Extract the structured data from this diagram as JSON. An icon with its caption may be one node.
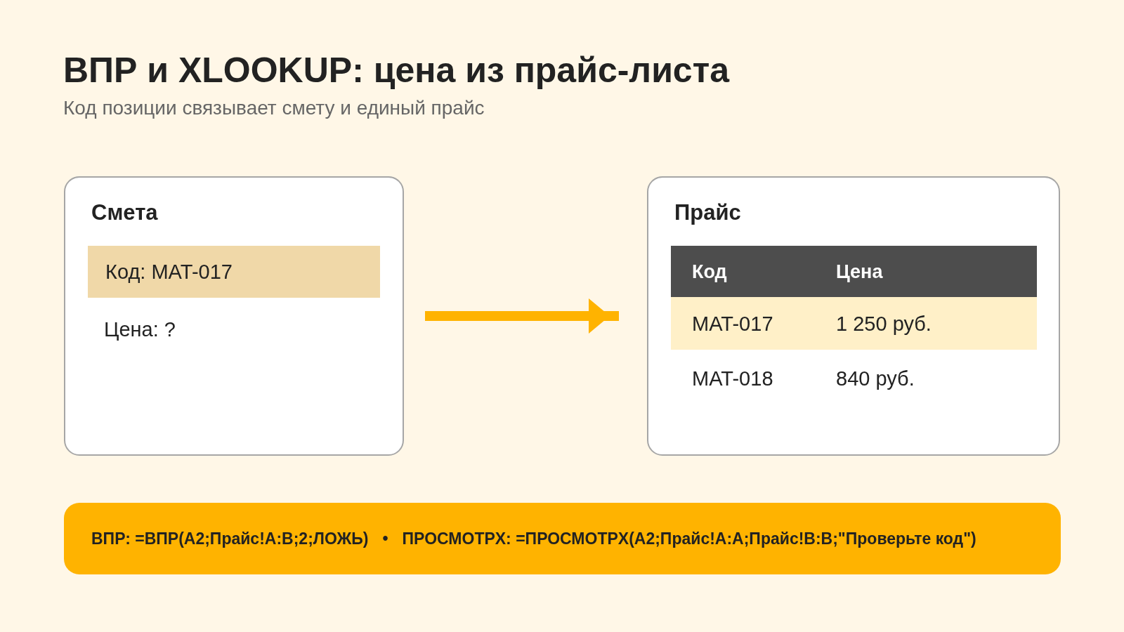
{
  "diagram": {
    "title": "ВПР и XLOOKUP: цена из прайс-листа",
    "nodes": [
      {
        "text": [
          "Смета",
          "Цена: ?"
        ]
      },
      {
        "text": [
          "Код: MAT-017"
        ],
        "in": 0
      },
      {
        "text": [
          "Прайс",
          "MAT-018",
          "840 руб."
        ]
      },
      {
        "text": [
          "Код",
          "Цена"
        ],
        "in": 2
      },
      {
        "text": [
          "MAT-017",
          "1 250 руб."
        ],
        "in": 2
      },
      {
        "text": [
          "ВПР: =ВПР(A2;Прайс!A:B;2;ЛОЖЬ)",
          "•",
          "ПРОСМОТРX: =ПРОСМОТРX(A2;Прайс!A:A;Прайс!B:B;\"Проверьте код\")"
        ]
      }
    ],
    "edges": [
      {
        "from": 0,
        "to": 2,
        "arrow": "to",
        "color": "#ffb300"
      }
    ],
    "labels": [
      "Код позиции связывает смету и единый прайс"
    ]
  }
}
